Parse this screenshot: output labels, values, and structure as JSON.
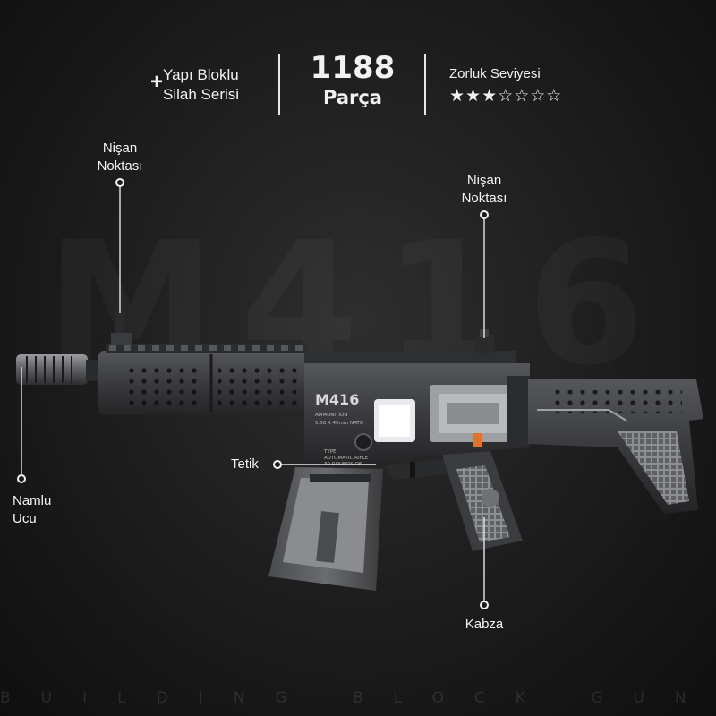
{
  "header": {
    "series_line1": "Yapı Bloklu",
    "series_line2": "Silah Serisi",
    "piece_count": "1188",
    "piece_label": "Parça",
    "difficulty_label": "Zorluk Seviyesi",
    "difficulty_rating": 3,
    "difficulty_max": 7
  },
  "callouts": {
    "sight_left_l1": "Nişan",
    "sight_left_l2": "Noktası",
    "sight_right_l1": "Nişan",
    "sight_right_l2": "Noktası",
    "muzzle_l1": "Namlu",
    "muzzle_l2": "Ucu",
    "trigger": "Tetik",
    "grip": "Kabza"
  },
  "model": {
    "name": "M416",
    "receiver_text1": "AMMUNITION",
    "receiver_text2": "5.56 X 45mm NATO",
    "stamp_line1": "TYPE:",
    "stamp_line2": "AUTOMATIC RIFLE",
    "stamp_line3": "30 ROUNDS OF"
  },
  "watermarks": {
    "background": "M416",
    "footer": "BUILDING BLOCK GUN"
  },
  "colors": {
    "background": "#1c1c1c",
    "text": "#f2f2f2",
    "gun_body": "#3a3a3d",
    "gun_dark": "#1e1e20",
    "accent_orange": "#e0722a"
  }
}
